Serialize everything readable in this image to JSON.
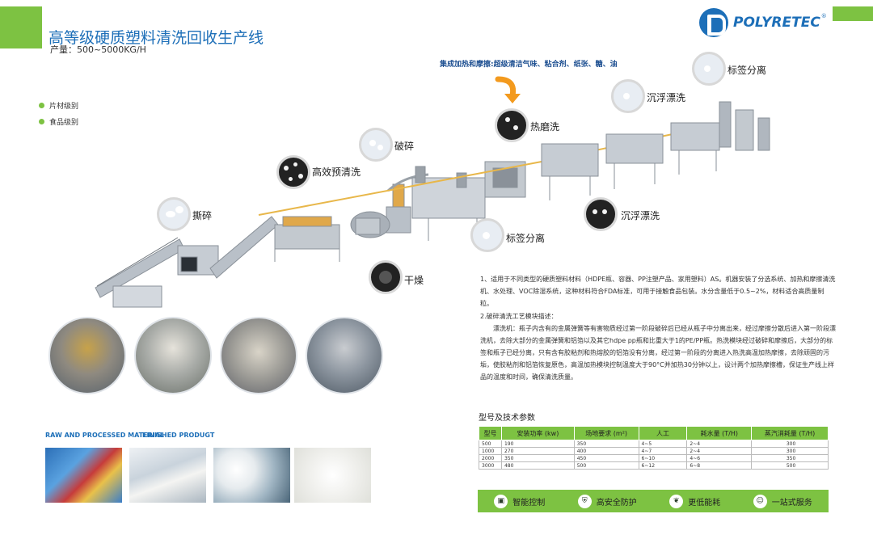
{
  "header": {
    "title": "高等级硬质塑料清洗回收生产线",
    "capacity": "产量：500~5000KG/H",
    "brand": "POLYRETEC",
    "brand_mark": "®"
  },
  "legend": [
    "片材级别",
    "食品级别"
  ],
  "process_note": "集成加热和摩擦:超级清洁气味、粘合剂、纸张、糖、油",
  "steps": {
    "shredding": "撕碎",
    "prewash": "高效预清洗",
    "crushing": "破碎",
    "drying": "干燥",
    "label_sep_low": "标签分离",
    "hot_wash": "热磨洗",
    "float_wash_low": "沉浮漂洗",
    "float_wash_high": "沉浮漂洗",
    "label_sep_high": "标签分离"
  },
  "description": {
    "para1": "1、适用于不同类型的硬质塑料材料（HDPE瓶、容器、PP注塑产品、家用塑料）AS。机器安装了分选系统、加热和摩擦清洗机、水处理、VOC除湿系统，这种材料符合FDA标准，可用于接触食品包装。水分含量低于0.5~2%，材料适合高质量制粒。",
    "para2_title": "2.破碎清洗工艺模块描述：",
    "para2_body": "漂洗机：瓶子内含有的金属弹簧等有害物质经过第一阶段破碎后已经从瓶子中分离出来，经过摩擦分散后进入第一阶段漂洗机，去除大部分的金属弹簧和铝箔以及其它hdpe pp瓶和比重大于1的PE/PP瓶。热洗模块经过破碎和摩擦后，大部分的标签和瓶子已经分离，只有含有胶粘剂和热熔胶的铝箔没有分离，经过第一阶段的分离进入热洗高温加热摩擦，去除顽固的污垢，使胶粘剂和铝箔恢复原色，高温加热模块控制温度大于90°C并加热30分钟以上，设计两个加热摩擦槽，保证生产线上样品的温度和时间，确保清洗质量。"
  },
  "materials": {
    "raw_label": "RAW AND PROCESSED MATERIAL",
    "finished_label": "FINISHED PRODUGT"
  },
  "specs": {
    "title": "型号及技术参数",
    "headers": [
      "型号",
      "安装功率 (kw)",
      "场地要求 (m²)",
      "人工",
      "耗水量 (T/H)",
      "蒸汽消耗量 (T/H)"
    ],
    "rows": [
      [
        "500",
        "190",
        "350",
        "4~5",
        "2~4",
        "300"
      ],
      [
        "1000",
        "270",
        "400",
        "4~7",
        "2~4",
        "300"
      ],
      [
        "2000",
        "350",
        "450",
        "6~10",
        "4~6",
        "350"
      ],
      [
        "3000",
        "480",
        "500",
        "6~12",
        "6~8",
        "500"
      ]
    ]
  },
  "features": [
    "智能控制",
    "高安全防护",
    "更低能耗",
    "一站式服务"
  ],
  "colors": {
    "accent_green": "#7dc242",
    "brand_blue": "#1d6fb8",
    "arrow_orange": "#f39a1e"
  }
}
